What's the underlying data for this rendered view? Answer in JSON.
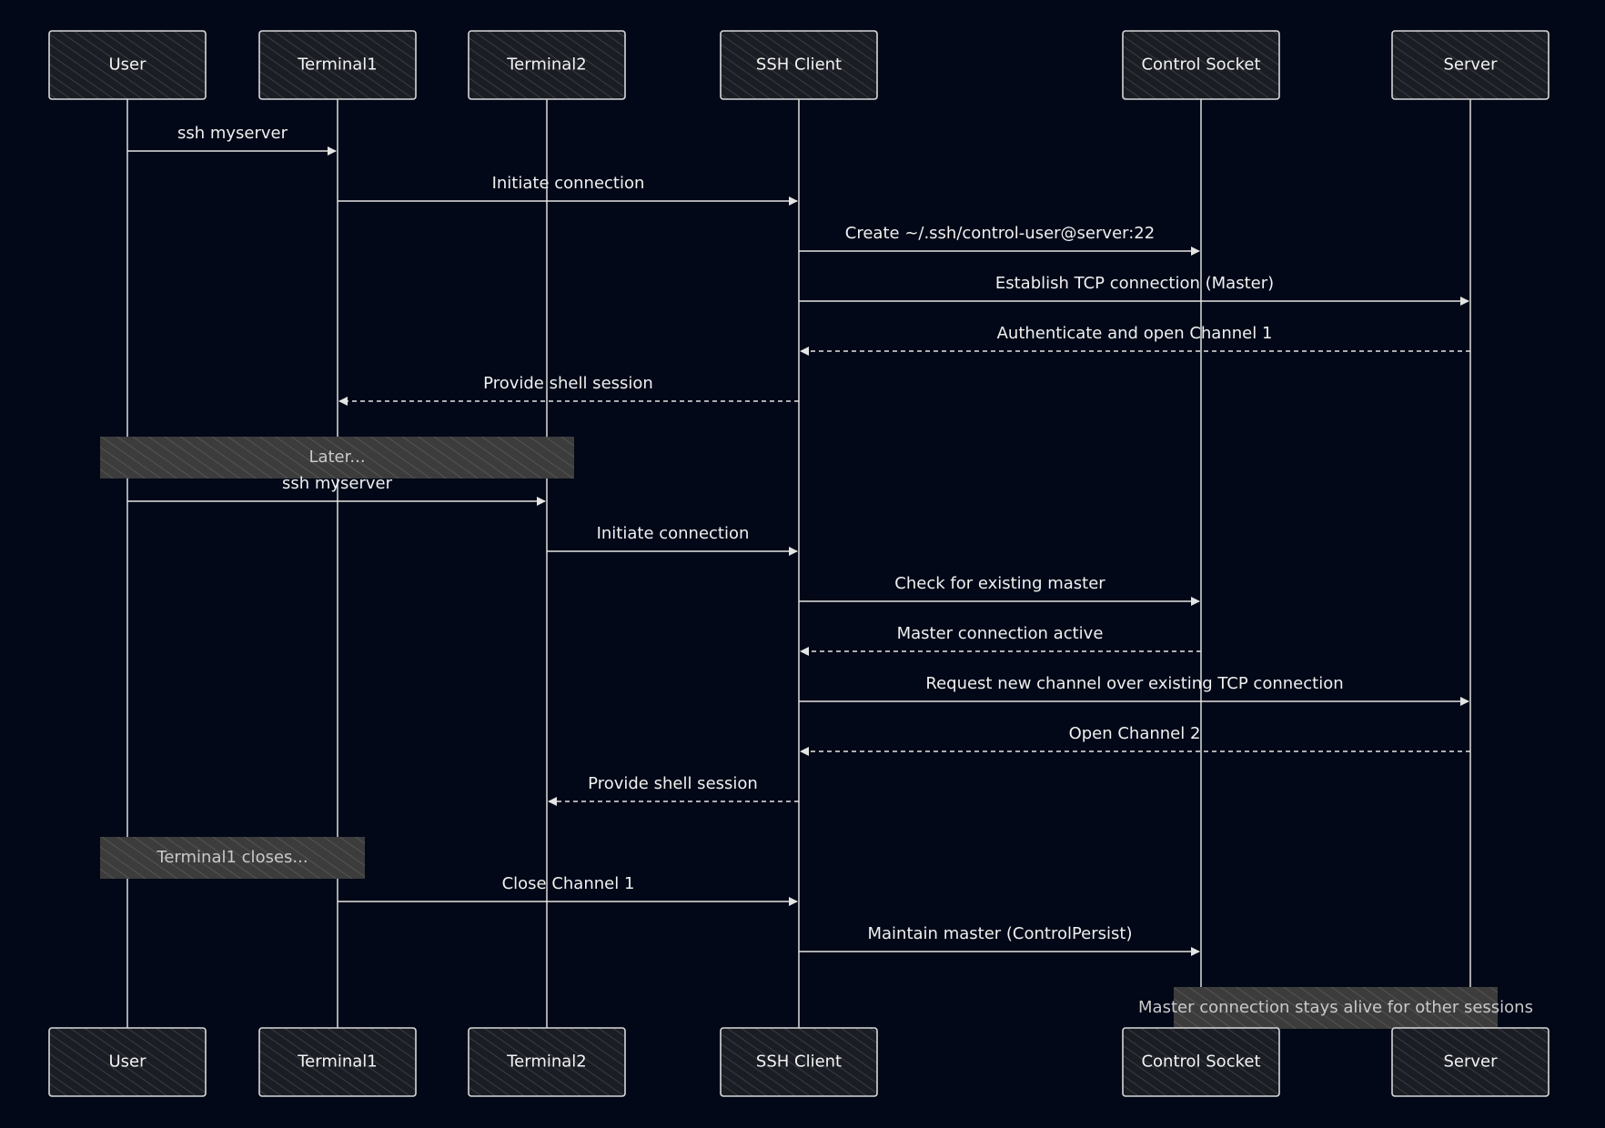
{
  "participants": [
    {
      "id": "user",
      "label": "User"
    },
    {
      "id": "terminal1",
      "label": "Terminal1"
    },
    {
      "id": "terminal2",
      "label": "Terminal2"
    },
    {
      "id": "ssh_client",
      "label": "SSH Client"
    },
    {
      "id": "control_socket",
      "label": "Control Socket"
    },
    {
      "id": "server",
      "label": "Server"
    }
  ],
  "messages": [
    {
      "from": "user",
      "to": "terminal1",
      "label": "ssh myserver",
      "style": "solid"
    },
    {
      "from": "terminal1",
      "to": "ssh_client",
      "label": "Initiate connection",
      "style": "solid"
    },
    {
      "from": "ssh_client",
      "to": "control_socket",
      "label": "Create ~/.ssh/control-user@server:22",
      "style": "solid"
    },
    {
      "from": "ssh_client",
      "to": "server",
      "label": "Establish TCP connection (Master)",
      "style": "solid"
    },
    {
      "from": "server",
      "to": "ssh_client",
      "label": "Authenticate and open Channel 1",
      "style": "dashed"
    },
    {
      "from": "ssh_client",
      "to": "terminal1",
      "label": "Provide shell session",
      "style": "dashed"
    },
    {
      "note": "Later...",
      "over": [
        "user",
        "terminal2"
      ]
    },
    {
      "from": "user",
      "to": "terminal2",
      "label": "ssh myserver",
      "style": "solid"
    },
    {
      "from": "terminal2",
      "to": "ssh_client",
      "label": "Initiate connection",
      "style": "solid"
    },
    {
      "from": "ssh_client",
      "to": "control_socket",
      "label": "Check for existing master",
      "style": "solid"
    },
    {
      "from": "control_socket",
      "to": "ssh_client",
      "label": "Master connection active",
      "style": "dashed"
    },
    {
      "from": "ssh_client",
      "to": "server",
      "label": "Request new channel over existing TCP connection",
      "style": "solid"
    },
    {
      "from": "server",
      "to": "ssh_client",
      "label": "Open Channel 2",
      "style": "dashed"
    },
    {
      "from": "ssh_client",
      "to": "terminal2",
      "label": "Provide shell session",
      "style": "dashed"
    },
    {
      "note": "Terminal1 closes...",
      "over": [
        "user",
        "terminal1"
      ]
    },
    {
      "from": "terminal1",
      "to": "ssh_client",
      "label": "Close Channel 1",
      "style": "solid"
    },
    {
      "from": "ssh_client",
      "to": "control_socket",
      "label": "Maintain master (ControlPersist)",
      "style": "solid"
    },
    {
      "note": "Master connection stays alive for other sessions",
      "over": [
        "control_socket",
        "server"
      ]
    }
  ]
}
